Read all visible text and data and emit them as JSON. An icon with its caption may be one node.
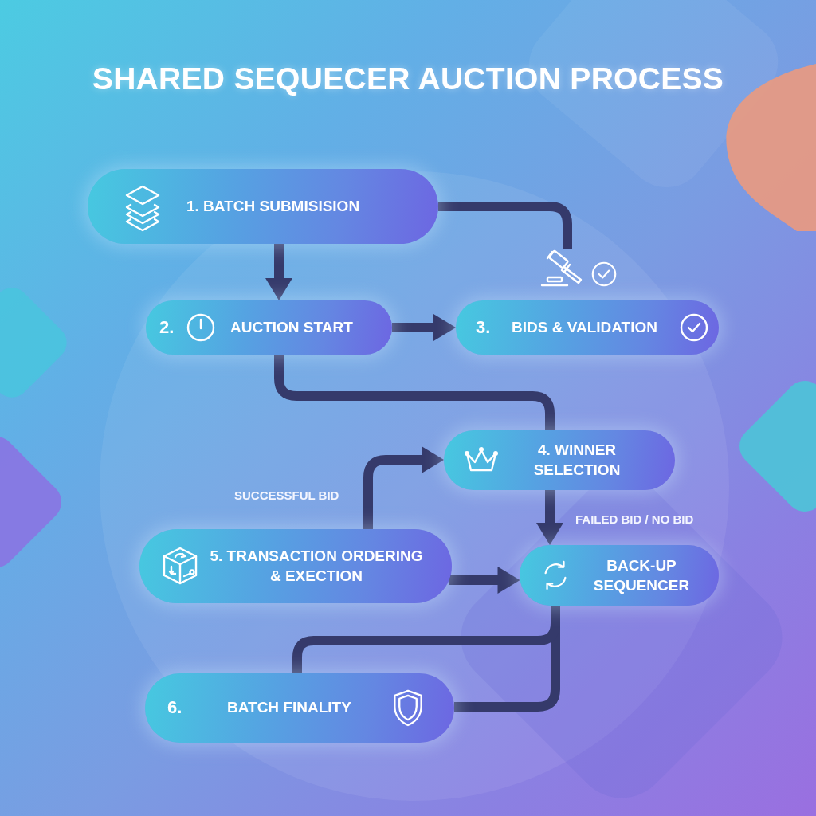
{
  "diagram": {
    "title": "SHARED SEQUECER AUCTION PROCESS",
    "nodes": [
      {
        "text": [
          "1. BATCH SUBMISISION"
        ]
      },
      {
        "text": [],
        "shape": "picture"
      },
      {
        "text": [
          "2.",
          "AUCTION START"
        ]
      },
      {
        "text": [
          "3.",
          "BIDS & VALIDATION"
        ]
      },
      {
        "text": [
          "4. WINNER SELECTION"
        ]
      },
      {
        "text": [
          "5. TRANSACTION ORDERING & EXECTION"
        ]
      },
      {
        "text": [
          "BACK-UP SEQUENCER"
        ]
      },
      {
        "text": [
          "6.",
          "BATCH FINALITY"
        ]
      }
    ],
    "edges": [
      {
        "from": 0,
        "to": 2,
        "arrow": "to"
      },
      {
        "from": 0,
        "to": 1,
        "arrow": "none"
      },
      {
        "from": 2,
        "to": 3,
        "arrow": "to"
      },
      {
        "from": 2,
        "to": 4,
        "arrow": "none"
      },
      {
        "from": 5,
        "to": 4,
        "arrow": "to",
        "label": "SUCCESSFUL BID"
      },
      {
        "from": 4,
        "to": 6,
        "arrow": "to",
        "label": "FAILED BID / NO BID"
      },
      {
        "from": 5,
        "to": 6,
        "arrow": "to"
      },
      {
        "from": 6,
        "to": 7,
        "arrow": "none"
      },
      {
        "from": 6,
        "to": 7,
        "arrow": "none"
      }
    ]
  }
}
